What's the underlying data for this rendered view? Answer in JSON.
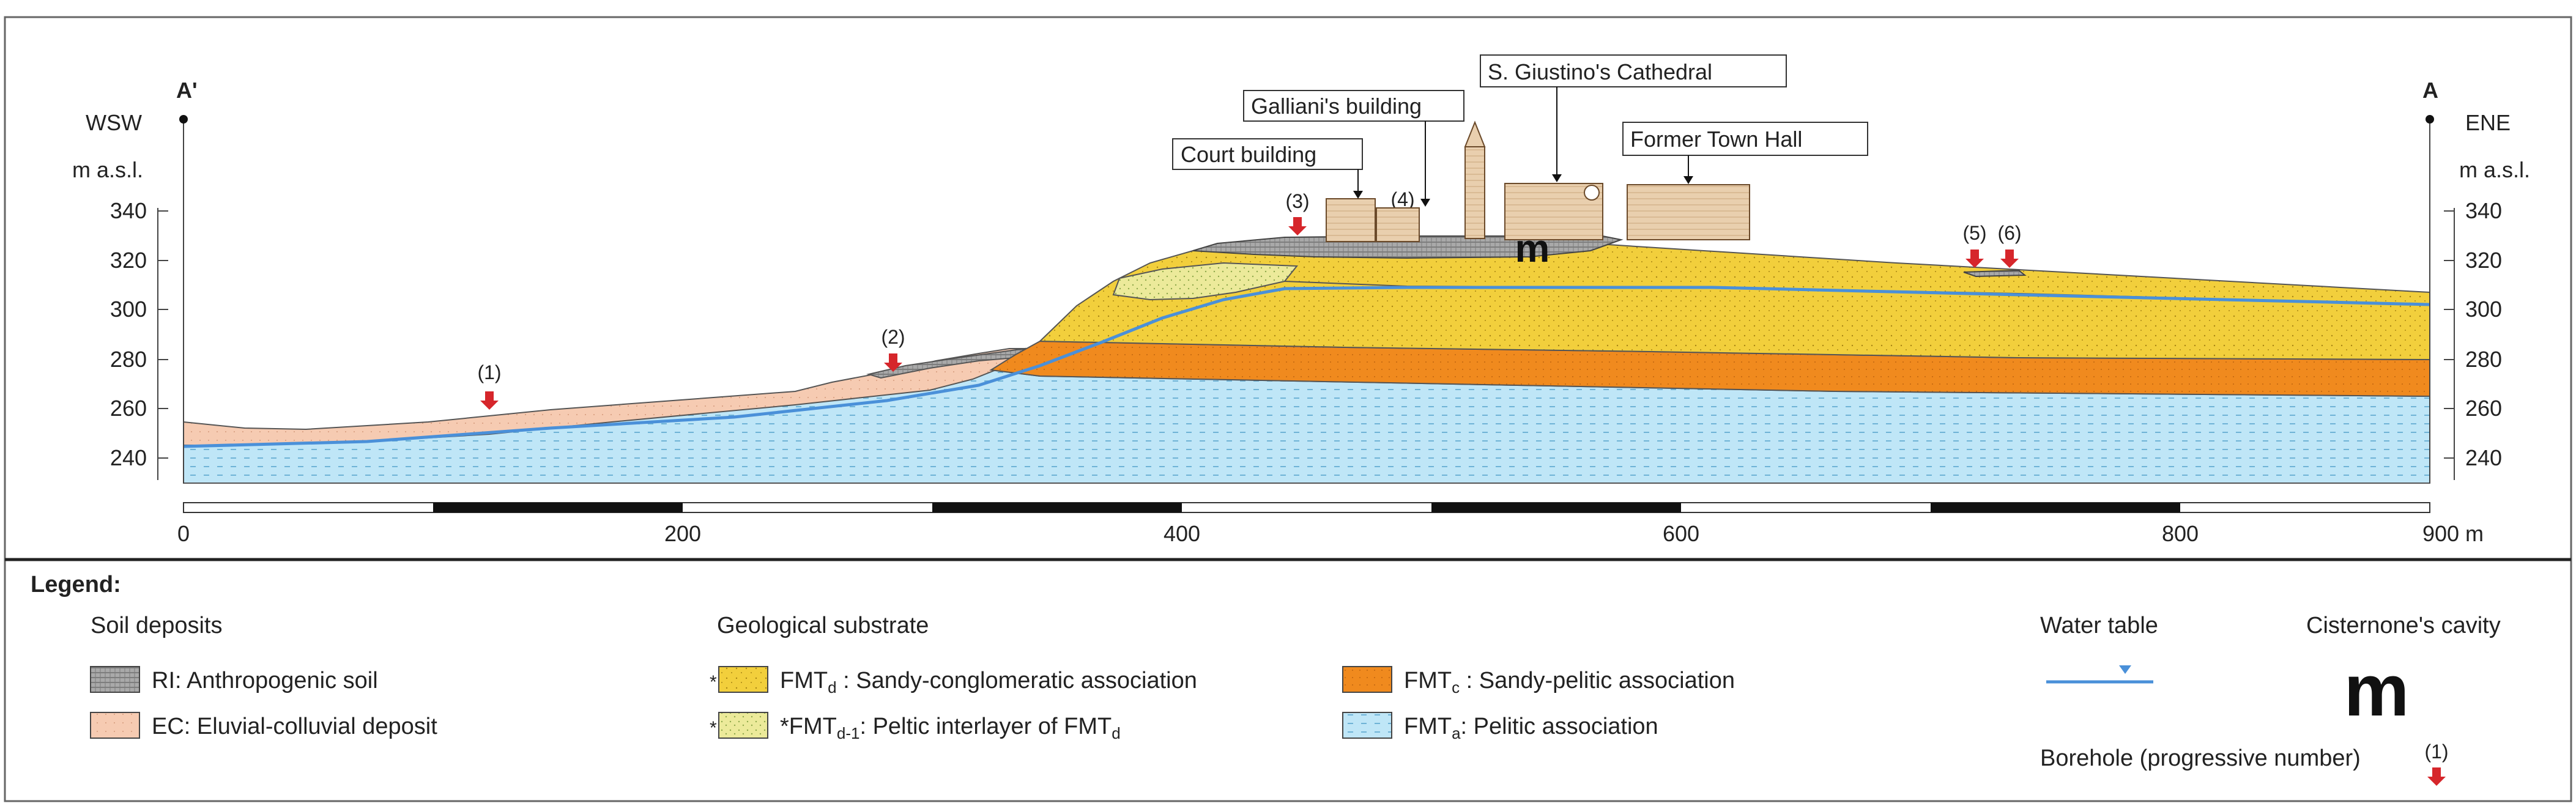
{
  "section": {
    "left_end": "A'",
    "right_end": "A",
    "left_direction": "WSW",
    "right_direction": "ENE",
    "elevation_unit": "m a.s.l.",
    "elevation_ticks": [
      "340",
      "320",
      "300",
      "280",
      "260",
      "240"
    ],
    "distance_ticks": [
      "0",
      "200",
      "400",
      "600",
      "800"
    ],
    "distance_end_label": "900 m"
  },
  "buildings": {
    "cathedral": "S. Giustino's Cathedral",
    "galliani": "Galliani's building",
    "court": "Court building",
    "town_hall": "Former Town Hall"
  },
  "boreholes": [
    "(1)",
    "(2)",
    "(3)",
    "(4)",
    "(5)",
    "(6)"
  ],
  "cavity_symbol": "m",
  "legend": {
    "title": "Legend:",
    "soil_heading": "Soil deposits",
    "substrate_heading": "Geological substrate",
    "ri": "RI: Anthropogenic soil",
    "ec": "EC: Eluvial-colluvial deposit",
    "fmtd_code": "FMT",
    "fmtd_sub": "d",
    "fmtd_text": " : Sandy-conglomeratic association",
    "fmtd1_code": "*FMT",
    "fmtd1_sub": "d-1",
    "fmtd1_text": ": Peltic interlayer of FMT",
    "fmtd1_text_sub": "d",
    "fmtc_code": "FMT",
    "fmtc_sub": "c",
    "fmtc_text": " : Sandy-pelitic association",
    "fmta_code": "FMT",
    "fmta_sub": "a",
    "fmta_text": ": Pelitic association",
    "water_table": "Water table",
    "cavity": "Cisternone's cavity",
    "borehole": "Borehole (progressive number)",
    "borehole_sample": "(1)",
    "asterisk": "*"
  },
  "colors": {
    "pelitic": "#bfe6f7",
    "sandy_pelitic": "#f08a1e",
    "sandy_conglomeratic": "#f2cf3c",
    "pelitic_interlayer": "#ecea9a",
    "eluvial": "#f6cbb2",
    "anthropogenic": "#a9a9a9",
    "water_table": "#4a90d9",
    "borehole_arrow": "#d6262b"
  }
}
